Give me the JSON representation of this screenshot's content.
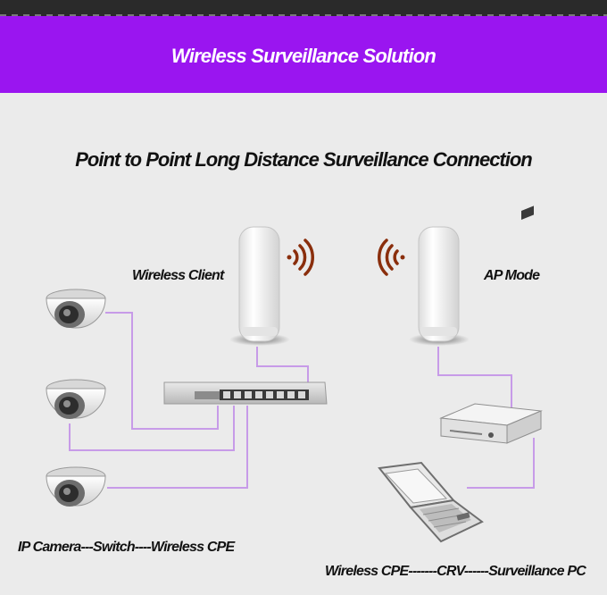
{
  "banner": {
    "title": "Wireless Surveillance Solution"
  },
  "diagram": {
    "title": "Point to Point Long Distance Surveillance Connection",
    "labels": {
      "wireless_client": "Wireless Client",
      "ap_mode": "AP Mode",
      "left_chain": "IP Camera---Switch----Wireless CPE",
      "right_chain": "Wireless CPE-------CRV------Surveillance PC"
    }
  },
  "colors": {
    "banner": "#9a15f0",
    "cable": "#c79be8",
    "signal": "#8a2e0c",
    "background": "#ebebeb"
  },
  "icons": [
    "camera-icon",
    "switch-icon",
    "cpe-icon",
    "signal-icon",
    "nvr-icon",
    "laptop-icon"
  ]
}
